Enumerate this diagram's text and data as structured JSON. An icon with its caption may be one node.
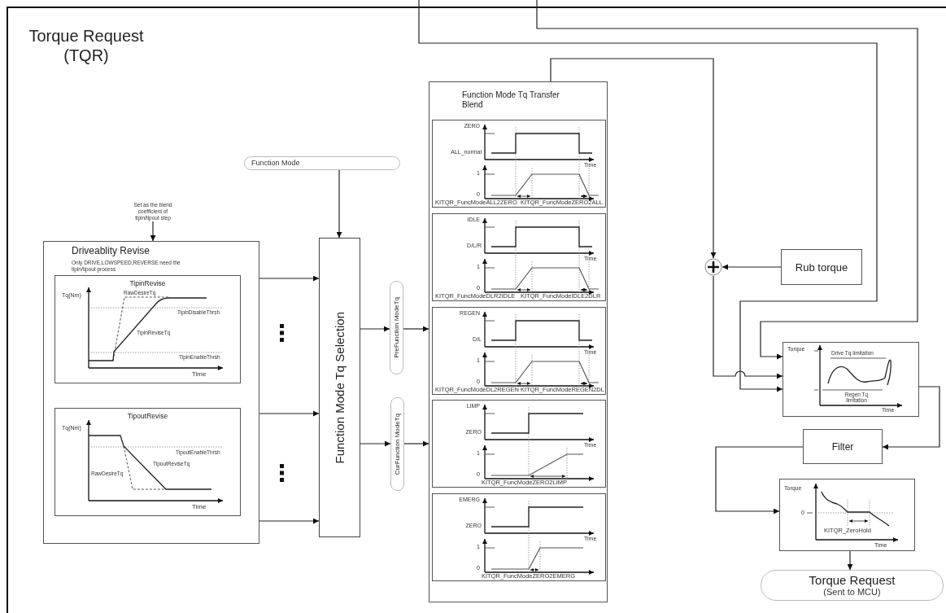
{
  "diagram": {
    "title": "Torque Request (TQR)",
    "nodes": [
      {
        "text": [
          "Set as the blend coefficient of tipin/tipout step"
        ]
      },
      {
        "text": [
          "Driveablity Revise",
          "Only DRIVE,LOWSPEED,REVERSE need the tipin/tipout process"
        ]
      },
      {
        "text": [
          "TipinRevise",
          "Tq(Nm)",
          "RawDesireTq",
          "TipinDisableThrsh",
          "TipinReviseTq",
          "TipinEnableThrsh",
          "Time"
        ],
        "in": 1
      },
      {
        "text": [
          "TipoutRevise",
          "Tq(Nm)",
          "TipoutEnableThrsh",
          "TipoutReviseTq",
          "RawDesireTq",
          "Time"
        ],
        "in": 1
      },
      {
        "text": [
          "Function Mode"
        ]
      },
      {
        "text": [
          "Function Mode Tq Selection"
        ]
      },
      {
        "text": [
          "PreFunction ModeTq"
        ]
      },
      {
        "text": [
          "CurFunction ModeTq"
        ]
      },
      {
        "text": [
          "Function Mode Tq Transfer Blend"
        ]
      },
      {
        "text": [
          "ZERO",
          "ALL_normal",
          "Time",
          "1",
          "0",
          "KITQR_FuncModeALL2ZERO",
          "KITQR_FuncModeZERO2ALL"
        ],
        "in": 8
      },
      {
        "text": [
          "IDLE",
          "D/L/R",
          "Time",
          "1",
          "0",
          "KITQR_FuncModeDLR2IDLE",
          "KITQR_FuncModeIDLE2DLR"
        ],
        "in": 8
      },
      {
        "text": [
          "REGEN",
          "D/L",
          "Time",
          "1",
          "0",
          "KITQR_FuncModeDL2REGEN",
          "KITQR_FuncModeREGEN2DL"
        ],
        "in": 8
      },
      {
        "text": [
          "LIMP",
          "ZERO",
          "Time",
          "1",
          "0",
          "KITQR_FuncModeZERO2LIMP"
        ],
        "in": 8
      },
      {
        "text": [
          "EMERG",
          "ZERO",
          "Time",
          "1",
          "0",
          "KITQR_FuncModeZERO2EMERG"
        ],
        "in": 8
      },
      {
        "text": [],
        "shape": "circle"
      },
      {
        "text": [
          "Rub torque"
        ]
      },
      {
        "text": [
          "Torque",
          "Drive Tq limitation",
          "Regen Tq limitation",
          "Time"
        ]
      },
      {
        "text": [
          "Filter"
        ]
      },
      {
        "text": [
          "Torque",
          "0",
          "KITQR_ZeroHold",
          "Time"
        ]
      },
      {
        "text": [
          "Torque Request",
          "(Sent to MCU)"
        ]
      }
    ],
    "edges": [
      {
        "from": 0,
        "to": 1,
        "arrow": "to"
      },
      {
        "from": 1,
        "to": 5,
        "arrow": "to"
      },
      {
        "from": 1,
        "to": 5,
        "arrow": "to"
      },
      {
        "from": 1,
        "to": 5,
        "arrow": "to"
      },
      {
        "from": 4,
        "to": 5,
        "arrow": "to"
      },
      {
        "from": 5,
        "to": 6,
        "arrow": "to"
      },
      {
        "from": 6,
        "to": 8,
        "arrow": "to"
      },
      {
        "from": 5,
        "to": 7,
        "arrow": "to"
      },
      {
        "from": 7,
        "to": 8,
        "arrow": "to"
      },
      {
        "from": 8,
        "to": 14,
        "arrow": "to"
      },
      {
        "from": 15,
        "to": 14,
        "arrow": "to"
      },
      {
        "from": 14,
        "to": 16,
        "arrow": "to"
      },
      {
        "from": null,
        "to": 16,
        "arrow": "to"
      },
      {
        "from": null,
        "to": 16,
        "arrow": "to"
      },
      {
        "from": 16,
        "to": 17,
        "arrow": "to"
      },
      {
        "from": 17,
        "to": 18,
        "arrow": "to"
      },
      {
        "from": 18,
        "to": 19,
        "arrow": "to"
      }
    ]
  }
}
